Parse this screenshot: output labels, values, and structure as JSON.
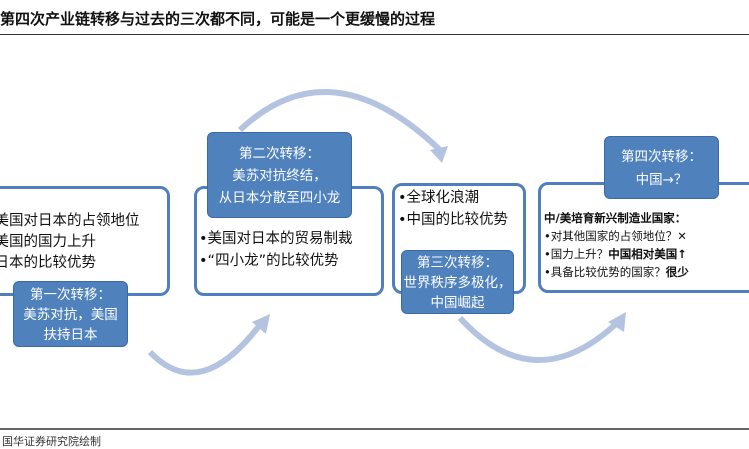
{
  "title": "第四次产业链转移与过去的三次都不同，可能是一个更缓慢的过程",
  "stage1": {
    "items": [
      "•美国对日本的占领地位",
      "•美国的国力上升",
      "•日本的比较优势"
    ],
    "label": [
      "第一次转移：",
      "美苏对抗，美国",
      "扶持日本"
    ]
  },
  "stage2": {
    "items": [
      "•美国对日本的贸易制裁",
      "•“四小龙”的比较优势"
    ],
    "label": [
      "第二次转移：",
      "美苏对抗终结，",
      "从日本分散至四小龙"
    ]
  },
  "stage3": {
    "items": [
      "•全球化浪潮",
      "•中国的比较优势"
    ],
    "label": [
      "第三次转移：",
      "世界秩序多极化，",
      "中国崛起"
    ]
  },
  "stage4": {
    "heading": "中/美培育新兴制造业国家：",
    "items": [
      {
        "q": "•对其他国家的占领地位？",
        "a": "✕"
      },
      {
        "q": "•国力上升？",
        "a": "中国相对美国↑"
      },
      {
        "q": "•具备比较优势的国家？",
        "a": "很少"
      }
    ],
    "label": [
      "第四次转移：",
      "中国→？"
    ]
  },
  "footer": "国华证券研究院绘制",
  "colors": {
    "label": "#4f81bd",
    "border": "#4f7fbf",
    "arrow": "#b4c4e0"
  }
}
